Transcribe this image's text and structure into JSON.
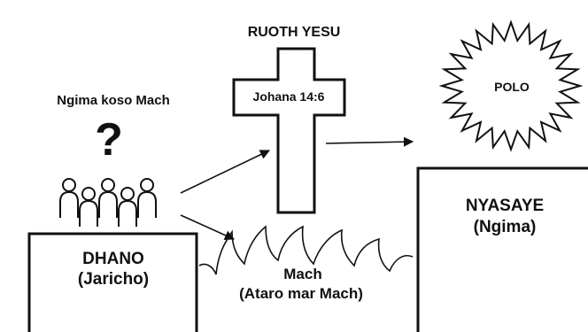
{
  "diagram": {
    "title_top": "RUOTH YESU",
    "cross_label": "Johana 14:6",
    "sun_label": "POLO",
    "question_label": "Ngima koso Mach",
    "question_mark": "?",
    "left_block": {
      "line1": "DHANO",
      "line2": "(Jaricho)"
    },
    "right_block": {
      "line1": "NYASAYE",
      "line2": "(Ngima)"
    },
    "fire": {
      "line1": "Mach",
      "line2": "(Ataro mar Mach)"
    }
  },
  "colors": {
    "ink": "#111111",
    "background": "#ffffff"
  },
  "icons": [
    "people-group-icon",
    "cross-icon",
    "sun-icon",
    "fire-icon",
    "arrow-icon"
  ]
}
